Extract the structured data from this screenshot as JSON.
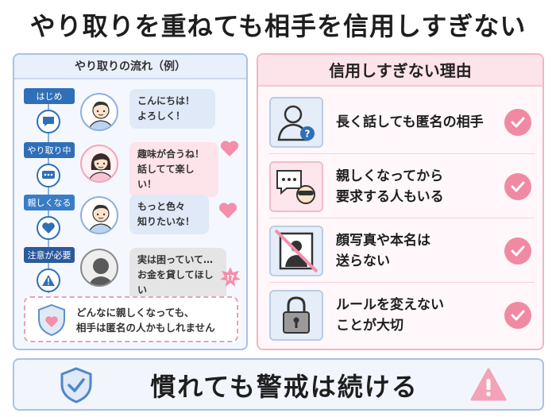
{
  "title": "やり取りを重ねても相手を信用しすぎない",
  "left_panel": {
    "header": "やり取りの流れ（例）",
    "stages": [
      {
        "label": "はじめ",
        "icon": "chat-bubble-icon",
        "message_lines": [
          "こんにちは！",
          "よろしく！"
        ]
      },
      {
        "label": "やり取り中",
        "icon": "typing-bubble-icon",
        "message_lines": [
          "趣味が合うね！",
          "話してて楽しい！"
        ]
      },
      {
        "label": "親しくなる",
        "icon": "heart-icon",
        "message_lines": [
          "もっと色々",
          "知りたいな！"
        ]
      },
      {
        "label": "注意が必要",
        "icon": "warning-icon",
        "message_lines": [
          "実は困っていて…",
          "お金を貸してほしい"
        ]
      }
    ],
    "note_lines": [
      "どんなに親しくなっても、",
      "相手は匿名の人かもしれません"
    ]
  },
  "right_panel": {
    "header": "信用しすぎない理由",
    "reasons": [
      {
        "lines": [
          "長く話しても匿名の相手"
        ],
        "icon": "unknown-person-icon"
      },
      {
        "lines": [
          "親しくなってから",
          "要求する人もいる"
        ],
        "icon": "masked-person-icon"
      },
      {
        "lines": [
          "顔写真や本名は",
          "送らない"
        ],
        "icon": "no-photo-icon"
      },
      {
        "lines": [
          "ルールを変えない",
          "ことが大切"
        ],
        "icon": "padlock-icon"
      }
    ]
  },
  "banner": {
    "text": "慣れても警戒は続ける"
  },
  "colors": {
    "blue_accent": "#2f6fb8",
    "pink_accent": "#f08aa3",
    "warning_red": "#e84a5f"
  }
}
